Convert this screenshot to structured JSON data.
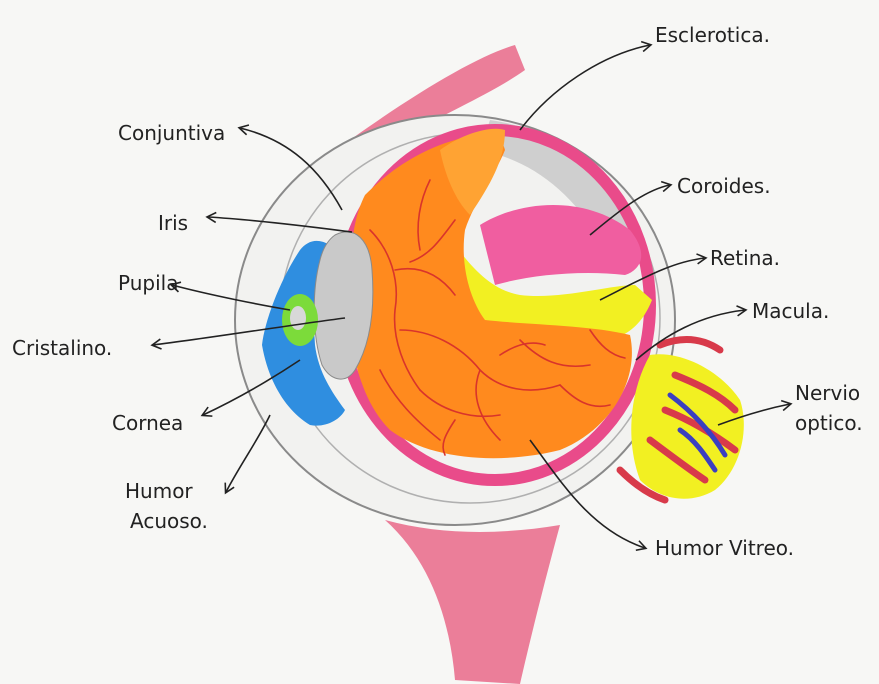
{
  "labels": {
    "esclerotica": "Esclerotica.",
    "conjuntiva": "Conjuntiva",
    "coroides": "Coroides.",
    "iris": "Iris",
    "retina": "Retina.",
    "pupila": "Pupila",
    "macula": "Macula.",
    "cristalino": "Cristalino.",
    "nervio_line1": "Nervio",
    "nervio_line2": "optico.",
    "cornea": "Cornea",
    "humor_acuoso_line1": "Humor",
    "humor_acuoso_line2": "Acuoso.",
    "humor_vitreo": "Humor Vitreo."
  },
  "colors": {
    "paper": "#f7f7f5",
    "muscle": "#e9708f",
    "sclera_outline": "#8a8a8a",
    "choroid": "#e94b8a",
    "vitreous": "#ff8a1e",
    "vessels": "#d9342b",
    "retina": "#f2f022",
    "macula_area": "#f05ea0",
    "iris": "#2f8ee0",
    "lens": "#c9c9c9",
    "pupil": "#7cdb3a",
    "nerve_blue": "#3b3fc0",
    "nerve_red": "#d83a4a",
    "ink": "#222222"
  }
}
